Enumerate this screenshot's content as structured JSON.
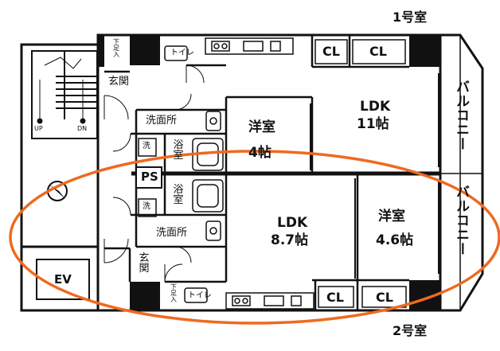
{
  "units": {
    "unit_1": "1号室",
    "unit_2": "2号室"
  },
  "rooms": {
    "ldk_1": "LDK",
    "ldk_1_size": "11帖",
    "western_1": "洋室",
    "western_1_size": "4帖",
    "ldk_2": "LDK",
    "ldk_2_size": "8.7帖",
    "western_2": "洋室",
    "western_2_size": "4.6帖"
  },
  "closets": [
    "CL",
    "CL",
    "CL",
    "CL"
  ],
  "balconies": [
    "バルコニー",
    "バルコニー"
  ],
  "facilities": {
    "washroom_1": "洗面所",
    "washroom_2": "洗面所",
    "bath_1": "浴室",
    "bath_2": "浴室",
    "toilet_1": "トイレ",
    "toilet_2": "トイレ",
    "entrance_1": "玄関",
    "entrance_2": "玄関",
    "shoe_box_1": "下足入",
    "shoe_box_2": "下足入",
    "wash_1": "洗",
    "wash_2": "洗",
    "ps": "PS",
    "ev": "EV",
    "stair_up": "UP",
    "stair_down": "DN"
  },
  "colors": {
    "highlight_ellipse": "#ee6a1f",
    "walls": "#111111"
  },
  "icons": [
    "north-compass-icon",
    "stairs-icon",
    "sink-icon",
    "bathtub-icon",
    "toilet-icon",
    "stove-icon",
    "door-swing-icon"
  ]
}
